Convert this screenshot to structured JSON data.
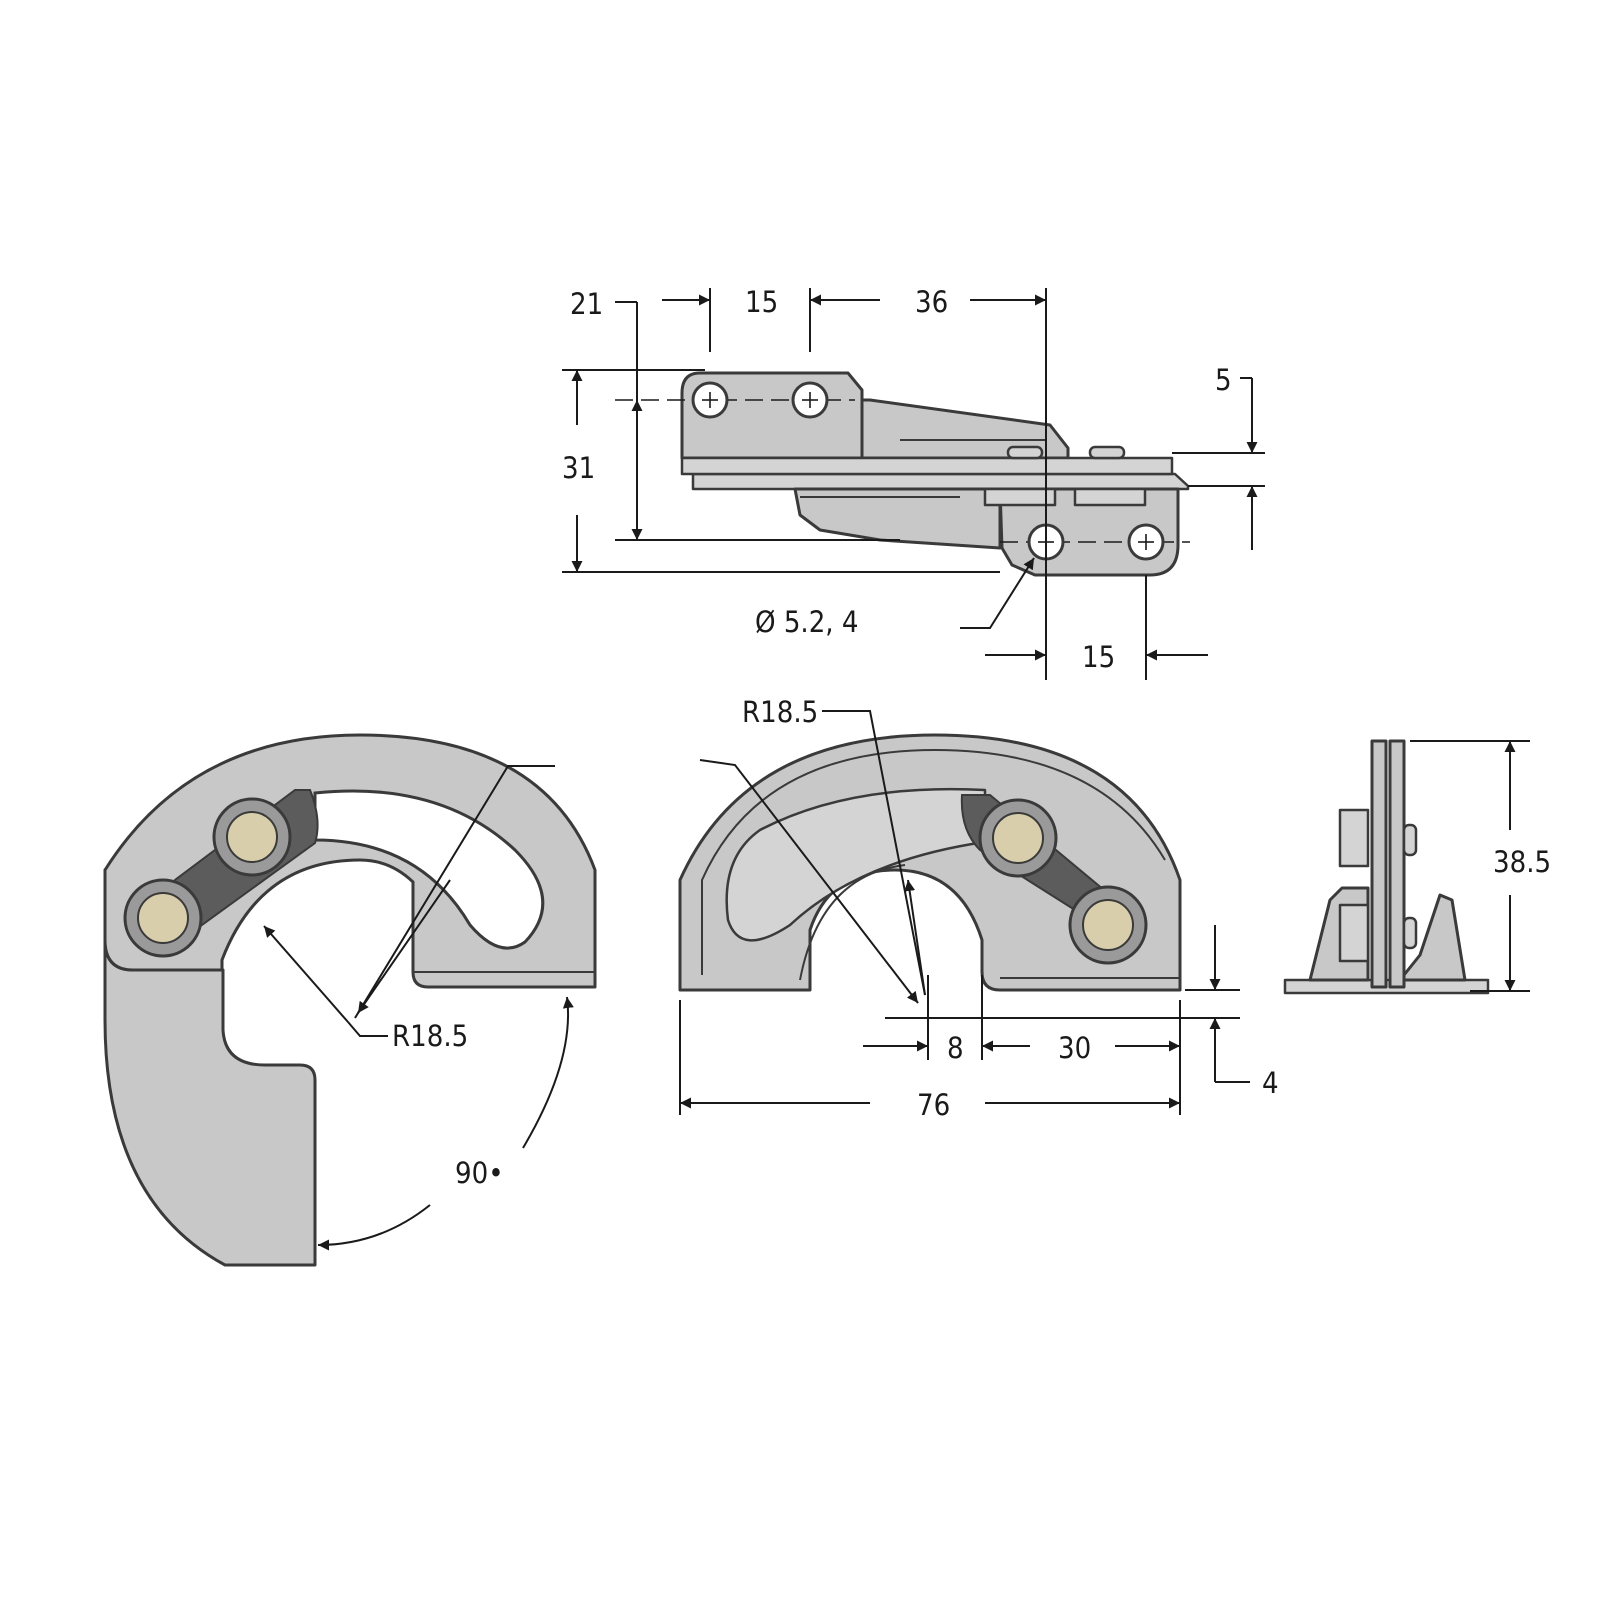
{
  "dimensions": {
    "top_view": {
      "offset_21": "21",
      "spacing_15_top": "15",
      "length_36": "36",
      "height_31": "31",
      "offset_5": "5",
      "hole_diameter": "Ø 5.2, 4",
      "spacing_15_bottom": "15"
    },
    "open_view": {
      "radius": "R18.5",
      "angle": "90•"
    },
    "closed_view": {
      "radius": "R18.5",
      "width_8": "8",
      "width_30": "30",
      "width_76": "76",
      "thickness_4": "4"
    },
    "side_view": {
      "height": "38.5"
    }
  },
  "colors": {
    "metal": "#c8c8c8",
    "rivet_ring": "#9a9a9a",
    "rivet_core": "#d8ceac",
    "link_band": "#5c5c5c",
    "line": "#1a1a1a"
  }
}
